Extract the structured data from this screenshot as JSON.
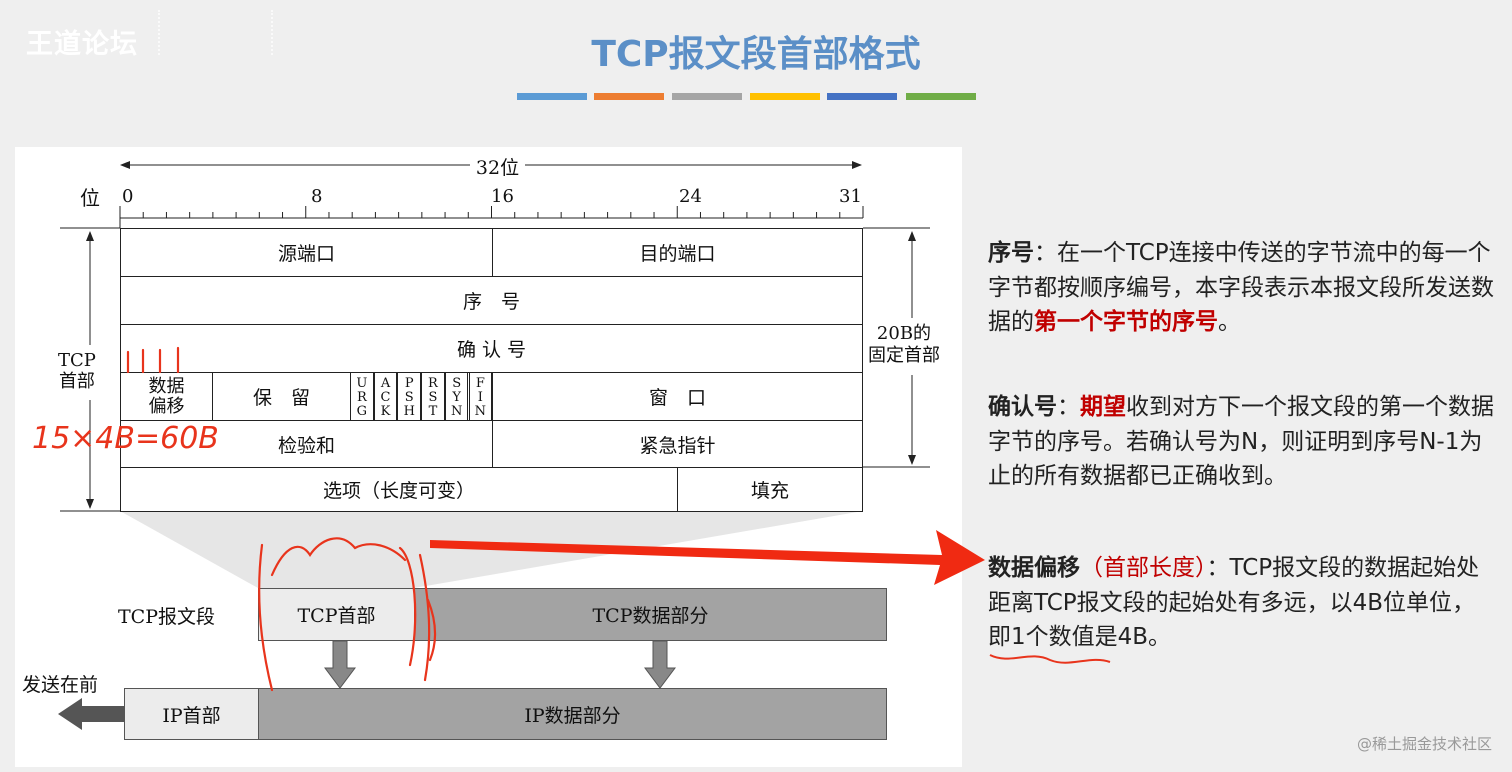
{
  "watermark_logo": "王道论坛",
  "title": "TCP报文段首部格式",
  "title_bar_colors": [
    "#5b9bd5",
    "#ed7d31",
    "#a5a5a5",
    "#ffc000",
    "#4472c4",
    "#70ad47"
  ],
  "diagram": {
    "width_label": "32位",
    "bit_label": "位",
    "ticks": [
      "0",
      "8",
      "16",
      "24",
      "31"
    ],
    "left_label": "TCP\n首部",
    "right_label": "20B的\n固定首部",
    "fields": {
      "src_port": "源端口",
      "dst_port": "目的端口",
      "seq": "序　号",
      "ack": "确 认 号",
      "data_offset": "数据\n偏移",
      "reserved": "保　留",
      "flags": [
        "URG",
        "ACK",
        "PSH",
        "RST",
        "SYN",
        "FIN"
      ],
      "window": "窗　口",
      "checksum": "检验和",
      "urgent": "紧急指针",
      "options": "选项（长度可变）",
      "padding": "填充"
    },
    "segment_label": "TCP报文段",
    "tcp_header": "TCP首部",
    "tcp_data": "TCP数据部分",
    "send_first": "发送在前",
    "ip_header": "IP首部",
    "ip_data": "IP数据部分",
    "handwriting_ones": "1111",
    "handwriting_calc": "15×4B=60B"
  },
  "notes": {
    "seq_term": "序号",
    "seq_a": "：在一个TCP连接中传送的字节流中的每一个字节都按顺序编号，本字段表示本报文段所发送数据的",
    "seq_hl": "第一个字节的序号",
    "seq_end": "。",
    "ack_term": "确认号",
    "ack_colon": "：",
    "ack_hl": "期望",
    "ack_text": "收到对方下一个报文段的第一个数据字节的序号。若确认号为N，则证明到序号N-1为止的所有数据都已正确收到。",
    "off_term": "数据偏移",
    "off_hl": "（首部长度）",
    "off_text": "：TCP报文段的数据起始处距离TCP报文段的起始处有多远，",
    "off_ul": "以4B位单位",
    "off_end": "，即1个数值是4B。"
  },
  "footer_watermark": "@稀土掘金技术社区"
}
